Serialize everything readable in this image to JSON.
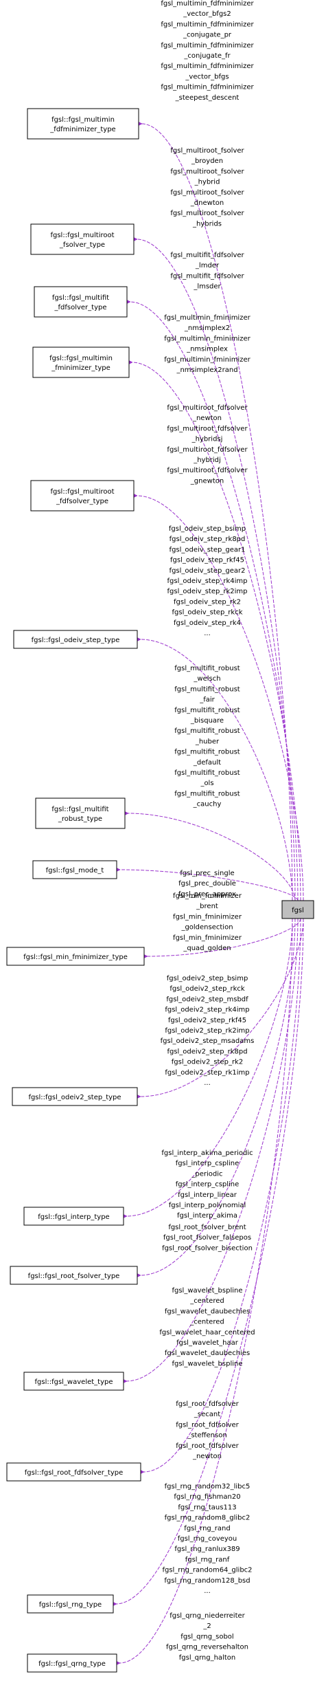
{
  "diagram": {
    "type": "collaboration-graph",
    "edge_color": "#9a32cd",
    "focus_fill": "#bfbfbf",
    "focus_node": "fgsl",
    "nodes": [
      [
        "fgsl::fgsl_multimin",
        "_fdfminimizer_type"
      ],
      [
        "fgsl::fgsl_multiroot",
        "_fsolver_type"
      ],
      [
        "fgsl::fgsl_multifit",
        "_fdfsolver_type"
      ],
      [
        "fgsl::fgsl_multimin",
        "_fminimizer_type"
      ],
      [
        "fgsl::fgsl_multiroot",
        "_fdfsolver_type"
      ],
      [
        "fgsl::fgsl_odeiv_step_type"
      ],
      [
        "fgsl::fgsl_multifit",
        "_robust_type"
      ],
      [
        "fgsl::fgsl_mode_t"
      ],
      [
        "fgsl::fgsl_min_fminimizer_type"
      ],
      [
        "fgsl::fgsl_odeiv2_step_type"
      ],
      [
        "fgsl::fgsl_interp_type"
      ],
      [
        "fgsl::fgsl_root_fsolver_type"
      ],
      [
        "fgsl::fgsl_wavelet_type"
      ],
      [
        "fgsl::fgsl_root_fdfsolver_type"
      ],
      [
        "fgsl::fgsl_rng_type"
      ],
      [
        "fgsl::fgsl_qrng_type"
      ]
    ],
    "labels": [
      [
        "fgsl_multimin_fdfminimizer",
        "_vector_bfgs2",
        "fgsl_multimin_fdfminimizer",
        "_conjugate_pr",
        "fgsl_multimin_fdfminimizer",
        "_conjugate_fr",
        "fgsl_multimin_fdfminimizer",
        "_vector_bfgs",
        "fgsl_multimin_fdfminimizer",
        "_steepest_descent"
      ],
      [
        "fgsl_multiroot_fsolver",
        "_broyden",
        "fgsl_multiroot_fsolver",
        "_hybrid",
        "fgsl_multiroot_fsolver",
        "_dnewton",
        "fgsl_multiroot_fsolver",
        "_hybrids"
      ],
      [
        "fgsl_multifit_fdfsolver",
        "_lmder",
        "fgsl_multifit_fdfsolver",
        "_lmsder"
      ],
      [
        "fgsl_multimin_fminimizer",
        "_nmsimplex2",
        "fgsl_multimin_fminimizer",
        "_nmsimplex",
        "fgsl_multimin_fminimizer",
        "_nmsimplex2rand"
      ],
      [
        "fgsl_multiroot_fdfsolver",
        "_newton",
        "fgsl_multiroot_fdfsolver",
        "_hybridsj",
        "fgsl_multiroot_fdfsolver",
        "_hybridj",
        "fgsl_multiroot_fdfsolver",
        "_gnewton"
      ],
      [
        "fgsl_odeiv_step_bsimp",
        "fgsl_odeiv_step_rk8pd",
        "fgsl_odeiv_step_gear1",
        "fgsl_odeiv_step_rkf45",
        "fgsl_odeiv_step_gear2",
        "fgsl_odeiv_step_rk4imp",
        "fgsl_odeiv_step_rk2imp",
        "fgsl_odeiv_step_rk2",
        "fgsl_odeiv_step_rkck",
        "fgsl_odeiv_step_rk4",
        "..."
      ],
      [
        "fgsl_multifit_robust",
        "_welsch",
        "fgsl_multifit_robust",
        "_fair",
        "fgsl_multifit_robust",
        "_bisquare",
        "fgsl_multifit_robust",
        "_huber",
        "fgsl_multifit_robust",
        "_default",
        "fgsl_multifit_robust",
        "_ols",
        "fgsl_multifit_robust",
        "_cauchy"
      ],
      [
        "fgsl_prec_single",
        "fgsl_prec_double",
        "fgsl_prec_approx"
      ],
      [
        "fgsl_min_fminimizer",
        "_brent",
        "fgsl_min_fminimizer",
        "_goldensection",
        "fgsl_min_fminimizer",
        "_quad_golden"
      ],
      [
        "fgsl_odeiv2_step_bsimp",
        "fgsl_odeiv2_step_rkck",
        "fgsl_odeiv2_step_msbdf",
        "fgsl_odeiv2_step_rk4imp",
        "fgsl_odeiv2_step_rkf45",
        "fgsl_odeiv2_step_rk2imp",
        "fgsl_odeiv2_step_msadams",
        "fgsl_odeiv2_step_rk8pd",
        "fgsl_odeiv2_step_rk2",
        "fgsl_odeiv2_step_rk1imp",
        "..."
      ],
      [
        "fgsl_interp_akima_periodic",
        "fgsl_interp_cspline",
        "_periodic",
        "fgsl_interp_cspline",
        "fgsl_interp_linear",
        "fgsl_interp_polynomial",
        "fgsl_interp_akima"
      ],
      [
        "fgsl_root_fsolver_brent",
        "fgsl_root_fsolver_falsepos",
        "fgsl_root_fsolver_bisection"
      ],
      [
        "fgsl_wavelet_bspline",
        "_centered",
        "fgsl_wavelet_daubechies",
        "_centered",
        "fgsl_wavelet_haar_centered",
        "fgsl_wavelet_haar",
        "fgsl_wavelet_daubechies",
        "fgsl_wavelet_bspline"
      ],
      [
        "fgsl_root_fdfsolver",
        "_secant",
        "fgsl_root_fdfsolver",
        "_steffenson",
        "fgsl_root_fdfsolver",
        "_newton"
      ],
      [
        "fgsl_rng_random32_libc5",
        "fgsl_rng_fishman20",
        "fgsl_rng_taus113",
        "fgsl_rng_random8_glibc2",
        "fgsl_rng_rand",
        "fgsl_rng_coveyou",
        "fgsl_rng_ranlux389",
        "fgsl_rng_ranf",
        "fgsl_rng_random64_glibc2",
        "fgsl_rng_random128_bsd",
        "..."
      ],
      [
        "fgsl_qrng_niederreiter",
        "_2",
        "fgsl_qrng_sobol",
        "fgsl_qrng_reversehalton",
        "fgsl_qrng_halton"
      ]
    ]
  }
}
